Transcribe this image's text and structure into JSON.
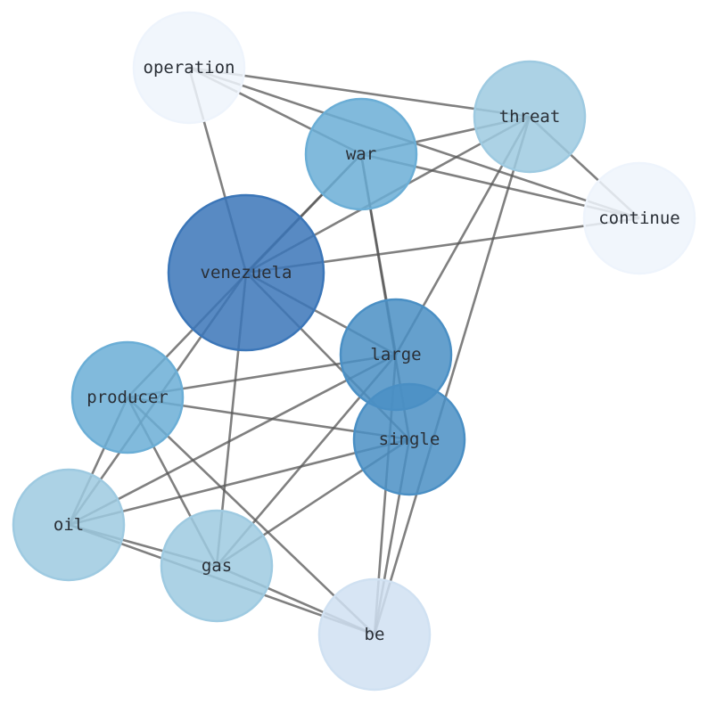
{
  "nodes": [
    {
      "id": "operation",
      "label": "operation",
      "color": "#eef4fc"
    },
    {
      "id": "threat",
      "label": "threat",
      "color": "#9ecae1"
    },
    {
      "id": "war",
      "label": "war",
      "color": "#6baed6"
    },
    {
      "id": "continue",
      "label": "continue",
      "color": "#eef4fc"
    },
    {
      "id": "venezuela",
      "label": "venezuela",
      "color": "#3b76b8"
    },
    {
      "id": "large",
      "label": "large",
      "color": "#4a8fc4"
    },
    {
      "id": "producer",
      "label": "producer",
      "color": "#6baed6"
    },
    {
      "id": "single",
      "label": "single",
      "color": "#4a8fc4"
    },
    {
      "id": "oil",
      "label": "oil",
      "color": "#9ecae1"
    },
    {
      "id": "gas",
      "label": "gas",
      "color": "#9ecae1"
    },
    {
      "id": "be",
      "label": "be",
      "color": "#d0e1f2"
    }
  ],
  "edges": [
    [
      "operation",
      "threat"
    ],
    [
      "operation",
      "war"
    ],
    [
      "operation",
      "continue"
    ],
    [
      "operation",
      "venezuela"
    ],
    [
      "threat",
      "war"
    ],
    [
      "threat",
      "venezuela"
    ],
    [
      "threat",
      "continue"
    ],
    [
      "threat",
      "large"
    ],
    [
      "threat",
      "be"
    ],
    [
      "war",
      "continue"
    ],
    [
      "war",
      "venezuela"
    ],
    [
      "war",
      "large"
    ],
    [
      "war",
      "single"
    ],
    [
      "war",
      "producer"
    ],
    [
      "venezuela",
      "continue"
    ],
    [
      "venezuela",
      "large"
    ],
    [
      "venezuela",
      "single"
    ],
    [
      "venezuela",
      "oil"
    ],
    [
      "venezuela",
      "gas"
    ],
    [
      "large",
      "producer"
    ],
    [
      "large",
      "oil"
    ],
    [
      "large",
      "gas"
    ],
    [
      "large",
      "be"
    ],
    [
      "single",
      "producer"
    ],
    [
      "single",
      "oil"
    ],
    [
      "single",
      "gas"
    ],
    [
      "single",
      "be"
    ],
    [
      "producer",
      "oil"
    ],
    [
      "producer",
      "gas"
    ],
    [
      "producer",
      "be"
    ],
    [
      "oil",
      "gas"
    ],
    [
      "oil",
      "be"
    ],
    [
      "gas",
      "be"
    ]
  ]
}
